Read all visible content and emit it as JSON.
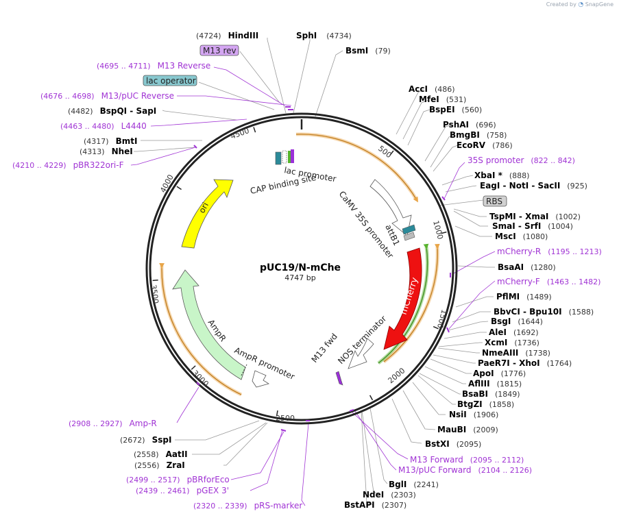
{
  "header": {
    "credit_prefix": "Created by",
    "credit_brand": "SnapGene"
  },
  "plasmid": {
    "name": "pUC19/N-mChe",
    "size_label": "4747 bp",
    "length": 4747
  },
  "colors": {
    "backbone": "#222222",
    "enzyme_text": "#000000",
    "position_text": "#333333",
    "primer": "#a033d4",
    "leader": "#999999",
    "primer_leader": "#a033d4",
    "ori": "#ffff00",
    "ampr": "#c8f5c8",
    "mcherry": "#ee1111",
    "orange_band": "#e8a548",
    "green_band": "#58b32e",
    "misc_box": "#d1d1d1",
    "lac_operator_box": "#88c8cf",
    "m13rev_box": "#d4a6f2"
  },
  "tick_labels": [
    "500",
    "1000",
    "1500",
    "2000",
    "2500",
    "3000",
    "3500",
    "4000",
    "4500"
  ],
  "right_sites": [
    {
      "enzyme": "BsmI",
      "pos": "(79)"
    },
    {
      "enzyme": "AccI",
      "pos": "(486)"
    },
    {
      "enzyme": "MfeI",
      "pos": "(531)"
    },
    {
      "enzyme": "BspEI",
      "pos": "(560)"
    },
    {
      "enzyme": "PshAI",
      "pos": "(696)"
    },
    {
      "enzyme": "BmgBI",
      "pos": "(758)"
    },
    {
      "enzyme": "EcoRV",
      "pos": "(786)"
    },
    {
      "enzyme": "XbaI *",
      "pos": "(888)"
    },
    {
      "enzyme": "EagI - NotI - SacII",
      "pos": "(925)"
    },
    {
      "enzyme": "TspMI - XmaI",
      "pos": "(1002)"
    },
    {
      "enzyme": "SmaI - SrfI",
      "pos": "(1004)"
    },
    {
      "enzyme": "MscI",
      "pos": "(1080)"
    },
    {
      "enzyme": "BsaAI",
      "pos": "(1280)"
    },
    {
      "enzyme": "PflMI",
      "pos": "(1489)"
    },
    {
      "enzyme": "BbvCI - Bpu10I",
      "pos": "(1588)"
    },
    {
      "enzyme": "BsgI",
      "pos": "(1644)"
    },
    {
      "enzyme": "AleI",
      "pos": "(1692)"
    },
    {
      "enzyme": "XcmI",
      "pos": "(1736)"
    },
    {
      "enzyme": "NmeAIII",
      "pos": "(1738)"
    },
    {
      "enzyme": "PaeR7I - XhoI",
      "pos": "(1764)"
    },
    {
      "enzyme": "ApoI",
      "pos": "(1776)"
    },
    {
      "enzyme": "AflIII",
      "pos": "(1815)"
    },
    {
      "enzyme": "BsaBI",
      "pos": "(1849)"
    },
    {
      "enzyme": "BtgZI",
      "pos": "(1858)"
    },
    {
      "enzyme": "NsiI",
      "pos": "(1906)"
    },
    {
      "enzyme": "MauBI",
      "pos": "(2009)"
    },
    {
      "enzyme": "BstXI",
      "pos": "(2095)"
    },
    {
      "enzyme": "BglI",
      "pos": "(2241)"
    },
    {
      "enzyme": "NdeI",
      "pos": "(2303)"
    },
    {
      "enzyme": "BstAPI",
      "pos": "(2307)"
    }
  ],
  "left_sites": [
    {
      "enzyme": "HindIII",
      "pos": "(4724)"
    },
    {
      "enzyme": "SphI",
      "pos": "(4734)"
    },
    {
      "enzyme": "BspQI - SapI",
      "pos": "(4482)"
    },
    {
      "enzyme": "BmtI",
      "pos": "(4317)"
    },
    {
      "enzyme": "NheI",
      "pos": "(4313)"
    },
    {
      "enzyme": "SspI",
      "pos": "(2672)"
    },
    {
      "enzyme": "AatII",
      "pos": "(2558)"
    },
    {
      "enzyme": "ZraI",
      "pos": "(2556)"
    }
  ],
  "primers": [
    {
      "name": "35S promoter",
      "range": "(822 .. 842)"
    },
    {
      "name": "mCherry-R",
      "range": "(1195 .. 1213)"
    },
    {
      "name": "mCherry-F",
      "range": "(1463 .. 1482)"
    },
    {
      "name": "M13 Forward",
      "range": "(2095 .. 2112)"
    },
    {
      "name": "M13/pUC Forward",
      "range": "(2104 .. 2126)"
    },
    {
      "name": "M13 Reverse",
      "range": "(4695 .. 4711)"
    },
    {
      "name": "M13/pUC Reverse",
      "range": "(4676 .. 4698)"
    },
    {
      "name": "L4440",
      "range": "(4463 .. 4480)"
    },
    {
      "name": "pBR322ori-F",
      "range": "(4210 .. 4229)"
    },
    {
      "name": "Amp-R",
      "range": "(2908 .. 2927)"
    },
    {
      "name": "pBRforEco",
      "range": "(2499 .. 2517)"
    },
    {
      "name": "pGEX 3'",
      "range": "(2439 .. 2461)"
    },
    {
      "name": "pRS-marker",
      "range": "(2320 .. 2339)"
    }
  ],
  "boxes": {
    "m13_rev": "M13 rev",
    "lac_operator": "lac operator",
    "rbs": "RBS"
  },
  "features": {
    "lac_promoter": "lac promoter",
    "cap_site": "CAP binding site",
    "camv": "CaMV 35S promoter",
    "attb1": "attB1",
    "mcherry": "mCherry",
    "nos": "NOS terminator",
    "m13fwd": "M13 fwd",
    "ori": "ori",
    "ampr": "AmpR",
    "ampr_promoter": "AmpR promoter"
  }
}
